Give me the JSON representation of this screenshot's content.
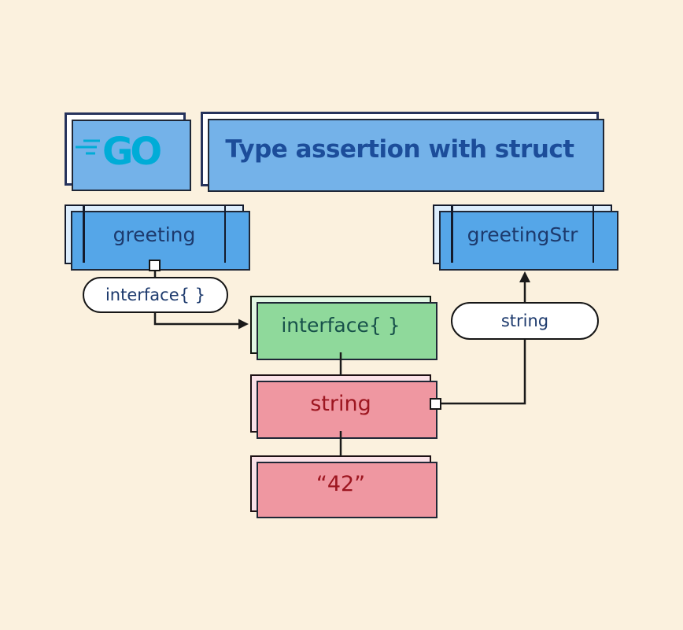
{
  "header": {
    "logo": {
      "text": "GO"
    },
    "title": {
      "text": "Type assertion with struct"
    }
  },
  "nodes": {
    "greeting": {
      "label": "greeting"
    },
    "greeting_str": {
      "label": "greetingStr"
    },
    "interface_pill": {
      "label": "interface{ }"
    },
    "interface_box": {
      "label": "interface{ }"
    },
    "string_pill": {
      "label": "string"
    },
    "string_box": {
      "label": "string"
    },
    "value_box": {
      "label": "“42”"
    }
  },
  "edges": [
    {
      "from": "greeting",
      "to": "interface_pill",
      "style": "line-with-junction-square"
    },
    {
      "from": "interface_pill",
      "to": "interface_box",
      "style": "elbow-arrow-right"
    },
    {
      "from": "interface_box",
      "to": "string_box",
      "style": "line"
    },
    {
      "from": "string_box",
      "to": "value_box",
      "style": "line"
    },
    {
      "from": "string_box",
      "to": "greeting_str",
      "style": "elbow-arrow-up-through-string-pill"
    }
  ],
  "palette": {
    "background": "#fbf1de",
    "header_border": "#26335c",
    "header_shadow": "#74b2e9",
    "blue_fill": "#dcedfc",
    "blue_shadow": "#55a6e8",
    "green_fill": "#e2f7e4",
    "green_shadow": "#8fd99b",
    "pink_fill": "#fbe2e8",
    "pink_shadow": "#ef97a1",
    "go_cyan": "#00acd7",
    "title_text": "#1c4d9a",
    "navy_text": "#1d3a6d",
    "green_text": "#17514a",
    "red_text": "#9d1620",
    "line": "#1a1a1a"
  }
}
